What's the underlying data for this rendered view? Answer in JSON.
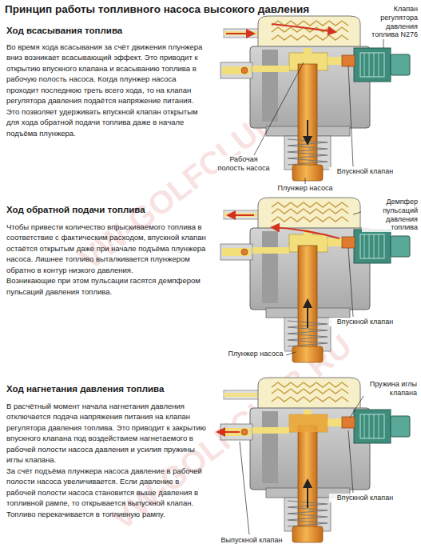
{
  "diagram": {
    "title": "Принцип работы топливного насоса высокого давления",
    "labels": [
      "Ход всасывания топлива",
      "Во время хода всасывания за счёт движения плунжера вниз возникает всасывающий эффект. Это приводит к открытию впускного клапана и всасыванию топлива в рабочую полость насоса. Когда плунжер насоса проходит последнюю треть всего хода, то на клапан регулятора давления подаётся напряжение питания. Это позволяет удерживать впускной клапан открытым для хода обратной подачи топлива даже в начале подъёма плунжера.",
      "Клапан регулятора давления топлива N276",
      "Рабочая полость насоса",
      "Впускной клапан",
      "Плунжер насоса",
      "Ход обратной подачи топлива",
      "Чтобы привести количество впрыскиваемого топлива в соответствие с фактическим расходом, впускной клапан остаётся открытым даже при начале подъёма плунжера насоса. Лишнее топливо выталкивается плунжером обратно в контур низкого давления.",
      "Возникающие при этом пульсации гасятся демпфером пульсаций давления топлива.",
      "Демпфер пульсаций давления топлива",
      "Впускной клапан",
      "Плунжер насоса",
      "Ход нагнетания давления топлива",
      "В расчётный момент начала нагнетания давления отключается подача напряжения питания на клапан регулятора давления топлива. Это приводит к закрытию впускного клапана под воздействием нагнетаемого в рабочей полости насоса давления и усилия пружины иглы клапана.",
      "За счёт подъёма плунжера насоса давление в рабочей полости насоса увеличивается. Если давление в рабочей полости насоса становится выше давления в топливной рампе, то открывается выпускной клапан. Топливо перекачивается в топливную рампу.",
      "Пружина иглы клапана",
      "Впускной клапан",
      "Выпускной клапан",
      "VW-GOLFCLUB.RU",
      "VW-GOLFCLUB.RU"
    ]
  }
}
